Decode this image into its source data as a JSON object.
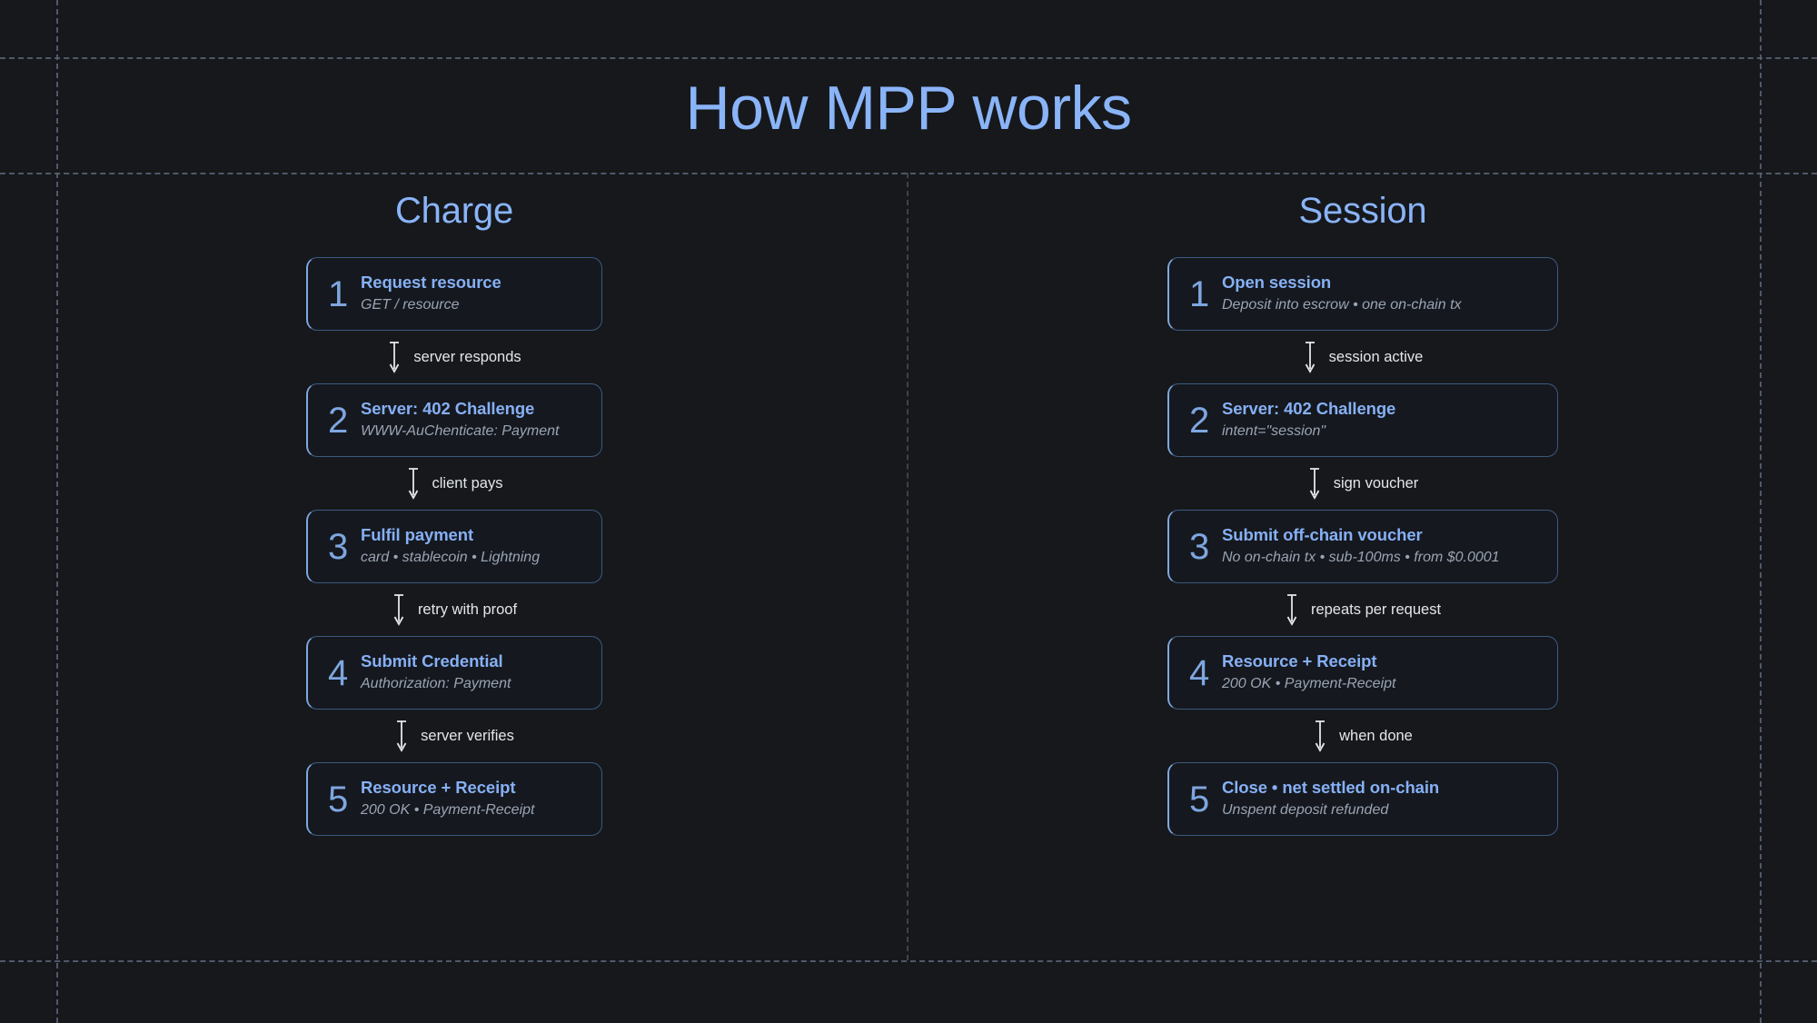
{
  "page": {
    "title": "How MPP works",
    "accent_color": "#8ab4f8",
    "background_color": "#16181c",
    "card_background": "#15181e",
    "card_border_color": "#3c5a80",
    "card_accent_border_color": "#7fa8e0",
    "grid_line_color": "#5a6478"
  },
  "columns": [
    {
      "title": "Charge",
      "steps": [
        {
          "num": "1",
          "title": "Request resource",
          "sub": "GET / resource"
        },
        {
          "num": "2",
          "title": "Server: 402 Challenge",
          "sub": "WWW-AuChenticate: Payment"
        },
        {
          "num": "3",
          "title": "Fulfil payment",
          "sub": "card • stablecoin • Lightning"
        },
        {
          "num": "4",
          "title": "Submit Credential",
          "sub": "Authorization: Payment"
        },
        {
          "num": "5",
          "title": "Resource + Receipt",
          "sub": "200 OK • Payment-Receipt"
        }
      ],
      "connectors": [
        {
          "label": "server responds",
          "icon": "down-arrow-icon"
        },
        {
          "label": "client pays",
          "icon": "down-arrow-icon"
        },
        {
          "label": "retry with proof",
          "icon": "down-arrow-icon"
        },
        {
          "label": "server verifies",
          "icon": "down-arrow-icon"
        }
      ]
    },
    {
      "title": "Session",
      "steps": [
        {
          "num": "1",
          "title": "Open session",
          "sub": "Deposit into escrow • one on-chain tx"
        },
        {
          "num": "2",
          "title": "Server: 402 Challenge",
          "sub": "intent=\"session\""
        },
        {
          "num": "3",
          "title": "Submit off-chain voucher",
          "sub": "No on-chain tx • sub-100ms • from $0.0001"
        },
        {
          "num": "4",
          "title": "Resource + Receipt",
          "sub": "200 OK • Payment-Receipt"
        },
        {
          "num": "5",
          "title": "Close • net settled on-chain",
          "sub": "Unspent deposit refunded"
        }
      ],
      "connectors": [
        {
          "label": "session active",
          "icon": "down-arrow-icon"
        },
        {
          "label": "sign voucher",
          "icon": "down-arrow-icon"
        },
        {
          "label": "repeats per request",
          "icon": "down-arrow-icon"
        },
        {
          "label": "when done",
          "icon": "down-arrow-icon"
        }
      ]
    }
  ]
}
